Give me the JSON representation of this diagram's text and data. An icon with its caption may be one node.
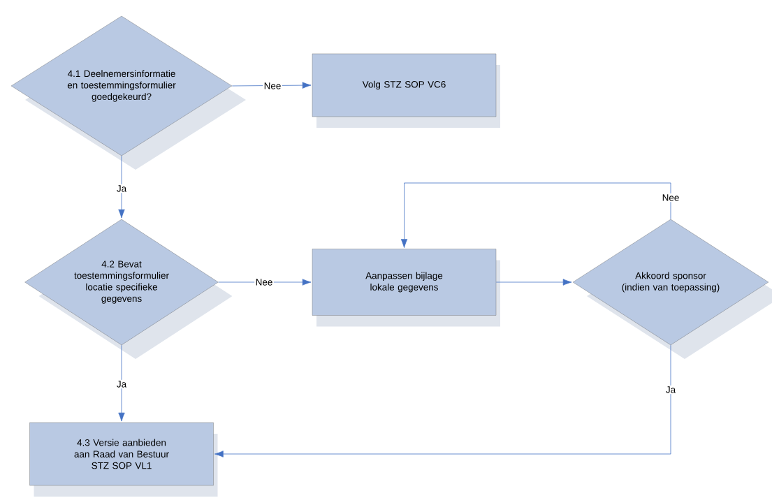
{
  "diagram": {
    "nodes": [
      {
        "text": [
          "4.1 Deelnemersinformatie en toestemmingsformulier goedgekeurd?"
        ]
      },
      {
        "text": [
          "Volg STZ SOP VC6"
        ]
      },
      {
        "text": [
          "4.2 Bevat toestemmingsformulier locatie specifieke gegevens"
        ]
      },
      {
        "text": [
          "Aanpassen bijlage lokale gegevens"
        ]
      },
      {
        "text": [
          "Akkoord sponsor (indien van toepassing)"
        ]
      },
      {
        "text": [
          "4.3  Versie aanbieden aan Raad van Bestuur STZ SOP VL1"
        ]
      }
    ],
    "edges": [
      {
        "from": 0,
        "to": 1,
        "arrow": "to",
        "label": "Nee"
      },
      {
        "from": 0,
        "to": 2,
        "arrow": "to",
        "label": "Ja"
      },
      {
        "from": 2,
        "to": 3,
        "arrow": "to",
        "label": "Nee"
      },
      {
        "from": 3,
        "to": 4,
        "arrow": "to"
      },
      {
        "from": 4,
        "to": 3,
        "arrow": "to",
        "label": "Nee"
      },
      {
        "from": 2,
        "to": 5,
        "arrow": "to",
        "label": "Ja"
      },
      {
        "from": 4,
        "to": 5,
        "arrow": "to",
        "label": "Ja"
      }
    ]
  }
}
